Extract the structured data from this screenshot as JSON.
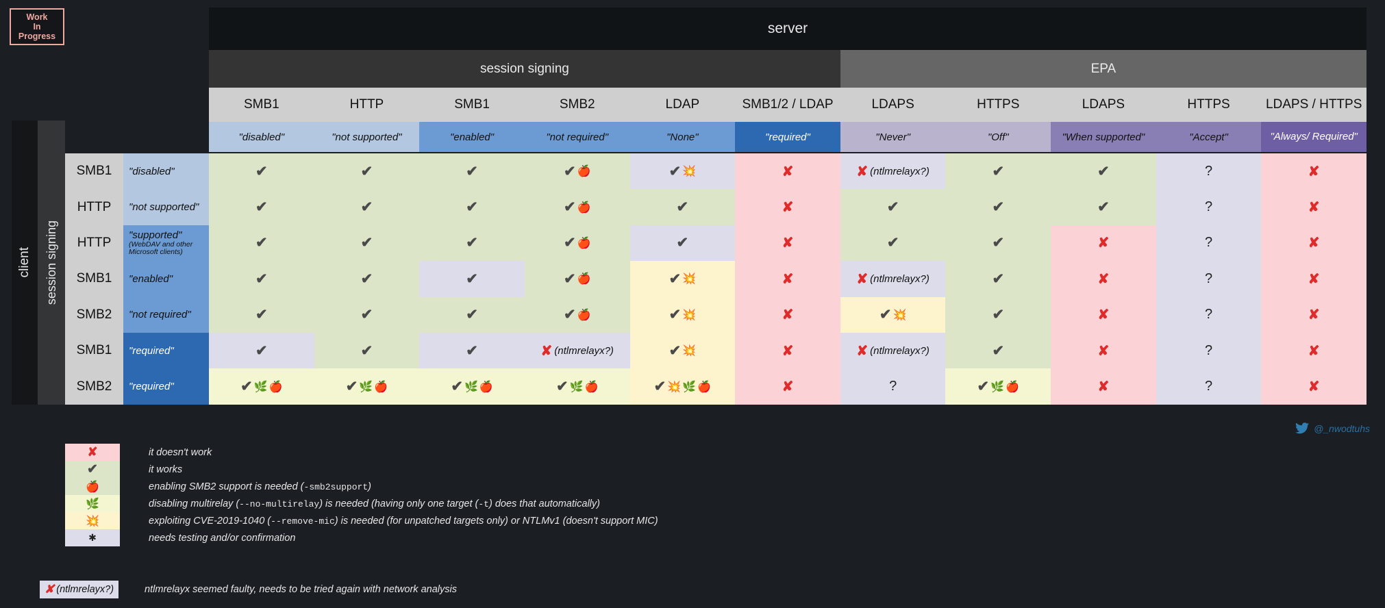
{
  "badge": {
    "lines": [
      "Work",
      "In",
      "Progress"
    ]
  },
  "axes": {
    "server_label": "server",
    "server_groups": [
      {
        "label": "session signing",
        "color": "#343434"
      },
      {
        "label": "EPA",
        "color": "#666666"
      }
    ],
    "client_label": "client",
    "client_group_label": "session signing"
  },
  "columns": [
    {
      "proto": "SMB1",
      "value": "\"disabled\"",
      "value_bg": "#b3c7e0",
      "value_fg": "#111"
    },
    {
      "proto": "HTTP",
      "value": "\"not supported\"",
      "value_bg": "#b3c7e0",
      "value_fg": "#111"
    },
    {
      "proto": "SMB1",
      "value": "\"enabled\"",
      "value_bg": "#6b9bd2",
      "value_fg": "#111"
    },
    {
      "proto": "SMB2",
      "value": "\"not required\"",
      "value_bg": "#6b9bd2",
      "value_fg": "#111"
    },
    {
      "proto": "LDAP",
      "value": "\"None\"",
      "value_bg": "#6b9bd2",
      "value_fg": "#111"
    },
    {
      "proto": "SMB1/2 / LDAP",
      "value": "\"required\"",
      "value_bg": "#2d69b0",
      "value_fg": "#fff"
    },
    {
      "proto": "LDAPS",
      "value": "\"Never\"",
      "value_bg": "#b9b3cd",
      "value_fg": "#111"
    },
    {
      "proto": "HTTPS",
      "value": "\"Off\"",
      "value_bg": "#b9b3cd",
      "value_fg": "#111"
    },
    {
      "proto": "LDAPS",
      "value": "\"When supported\"",
      "value_bg": "#8a7fb5",
      "value_fg": "#111"
    },
    {
      "proto": "HTTPS",
      "value": "\"Accept\"",
      "value_bg": "#8a7fb5",
      "value_fg": "#111"
    },
    {
      "proto": "LDAPS / HTTPS",
      "value": "\"Always\n/ Required\"",
      "value_bg": "#6e5fa5",
      "value_fg": "#fff"
    }
  ],
  "rows": [
    {
      "proto": "SMB1",
      "value": "\"disabled\"",
      "sub": "",
      "value_bg": "#b3c7e0",
      "value_fg": "#111"
    },
    {
      "proto": "HTTP",
      "value": "\"not supported\"",
      "sub": "",
      "value_bg": "#b3c7e0",
      "value_fg": "#111"
    },
    {
      "proto": "HTTP",
      "value": "\"supported\"",
      "sub": "(WebDAV and other\nMicrosoft clients)",
      "value_bg": "#6b9bd2",
      "value_fg": "#111"
    },
    {
      "proto": "SMB1",
      "value": "\"enabled\"",
      "sub": "",
      "value_bg": "#6b9bd2",
      "value_fg": "#111"
    },
    {
      "proto": "SMB2",
      "value": "\"not required\"",
      "sub": "",
      "value_bg": "#6b9bd2",
      "value_fg": "#111"
    },
    {
      "proto": "SMB1",
      "value": "\"required\"",
      "sub": "",
      "value_bg": "#2d69b0",
      "value_fg": "#fff"
    },
    {
      "proto": "SMB2",
      "value": "\"required\"",
      "sub": "",
      "value_bg": "#2d69b0",
      "value_fg": "#fff"
    }
  ],
  "cell_colors": {
    "works": "#dde5c8",
    "fails": "#fbd2d6",
    "unknown": "#dcdcea",
    "cve": "#fdf3cc",
    "multirelay": "#f4f6d2"
  },
  "glyphs": {
    "check": "✔",
    "cross": "✘",
    "question": "?",
    "apple": "🍎",
    "herb": "🌿",
    "boom": "💥",
    "star": "✱"
  },
  "cells": [
    [
      {
        "mark": "check",
        "bg": "works"
      },
      {
        "mark": "check",
        "bg": "works"
      },
      {
        "mark": "check",
        "bg": "works"
      },
      {
        "mark": "check",
        "bg": "works",
        "emoji": [
          "apple"
        ]
      },
      {
        "mark": "check",
        "bg": "unknown",
        "emoji": [
          "boom"
        ]
      },
      {
        "mark": "cross",
        "bg": "fails"
      },
      {
        "mark": "cross",
        "bg": "unknown",
        "note": "(ntlmrelayx?)"
      },
      {
        "mark": "check",
        "bg": "works"
      },
      {
        "mark": "check",
        "bg": "works"
      },
      {
        "mark": "question",
        "bg": "unknown"
      },
      {
        "mark": "cross",
        "bg": "fails"
      }
    ],
    [
      {
        "mark": "check",
        "bg": "works"
      },
      {
        "mark": "check",
        "bg": "works"
      },
      {
        "mark": "check",
        "bg": "works"
      },
      {
        "mark": "check",
        "bg": "works",
        "emoji": [
          "apple"
        ]
      },
      {
        "mark": "check",
        "bg": "works"
      },
      {
        "mark": "cross",
        "bg": "fails"
      },
      {
        "mark": "check",
        "bg": "works"
      },
      {
        "mark": "check",
        "bg": "works"
      },
      {
        "mark": "check",
        "bg": "works"
      },
      {
        "mark": "question",
        "bg": "unknown"
      },
      {
        "mark": "cross",
        "bg": "fails"
      }
    ],
    [
      {
        "mark": "check",
        "bg": "works"
      },
      {
        "mark": "check",
        "bg": "works"
      },
      {
        "mark": "check",
        "bg": "works"
      },
      {
        "mark": "check",
        "bg": "works",
        "emoji": [
          "apple"
        ]
      },
      {
        "mark": "check",
        "bg": "unknown"
      },
      {
        "mark": "cross",
        "bg": "fails"
      },
      {
        "mark": "check",
        "bg": "works"
      },
      {
        "mark": "check",
        "bg": "works"
      },
      {
        "mark": "cross",
        "bg": "fails"
      },
      {
        "mark": "question",
        "bg": "unknown"
      },
      {
        "mark": "cross",
        "bg": "fails"
      }
    ],
    [
      {
        "mark": "check",
        "bg": "works"
      },
      {
        "mark": "check",
        "bg": "works"
      },
      {
        "mark": "check",
        "bg": "unknown"
      },
      {
        "mark": "check",
        "bg": "works",
        "emoji": [
          "apple"
        ]
      },
      {
        "mark": "check",
        "bg": "cve",
        "emoji": [
          "boom"
        ]
      },
      {
        "mark": "cross",
        "bg": "fails"
      },
      {
        "mark": "cross",
        "bg": "unknown",
        "note": "(ntlmrelayx?)"
      },
      {
        "mark": "check",
        "bg": "works"
      },
      {
        "mark": "cross",
        "bg": "fails"
      },
      {
        "mark": "question",
        "bg": "unknown"
      },
      {
        "mark": "cross",
        "bg": "fails"
      }
    ],
    [
      {
        "mark": "check",
        "bg": "works"
      },
      {
        "mark": "check",
        "bg": "works"
      },
      {
        "mark": "check",
        "bg": "works"
      },
      {
        "mark": "check",
        "bg": "works",
        "emoji": [
          "apple"
        ]
      },
      {
        "mark": "check",
        "bg": "cve",
        "emoji": [
          "boom"
        ]
      },
      {
        "mark": "cross",
        "bg": "fails"
      },
      {
        "mark": "check",
        "bg": "cve",
        "emoji": [
          "boom"
        ]
      },
      {
        "mark": "check",
        "bg": "works"
      },
      {
        "mark": "cross",
        "bg": "fails"
      },
      {
        "mark": "question",
        "bg": "unknown"
      },
      {
        "mark": "cross",
        "bg": "fails"
      }
    ],
    [
      {
        "mark": "check",
        "bg": "unknown"
      },
      {
        "mark": "check",
        "bg": "works"
      },
      {
        "mark": "check",
        "bg": "unknown"
      },
      {
        "mark": "cross",
        "bg": "unknown",
        "note": "(ntlmrelayx?)"
      },
      {
        "mark": "check",
        "bg": "cve",
        "emoji": [
          "boom"
        ]
      },
      {
        "mark": "cross",
        "bg": "fails"
      },
      {
        "mark": "cross",
        "bg": "unknown",
        "note": "(ntlmrelayx?)"
      },
      {
        "mark": "check",
        "bg": "works"
      },
      {
        "mark": "cross",
        "bg": "fails"
      },
      {
        "mark": "question",
        "bg": "unknown"
      },
      {
        "mark": "cross",
        "bg": "fails"
      }
    ],
    [
      {
        "mark": "check",
        "bg": "multirelay",
        "emoji": [
          "herb",
          "apple"
        ]
      },
      {
        "mark": "check",
        "bg": "multirelay",
        "emoji": [
          "herb",
          "apple"
        ]
      },
      {
        "mark": "check",
        "bg": "multirelay",
        "emoji": [
          "herb",
          "apple"
        ]
      },
      {
        "mark": "check",
        "bg": "multirelay",
        "emoji": [
          "herb",
          "apple"
        ]
      },
      {
        "mark": "check",
        "bg": "cve",
        "emoji": [
          "boom",
          "herb",
          "apple"
        ]
      },
      {
        "mark": "cross",
        "bg": "fails"
      },
      {
        "mark": "question",
        "bg": "unknown"
      },
      {
        "mark": "check",
        "bg": "multirelay",
        "emoji": [
          "herb",
          "apple"
        ]
      },
      {
        "mark": "cross",
        "bg": "fails"
      },
      {
        "mark": "question",
        "bg": "unknown"
      },
      {
        "mark": "cross",
        "bg": "fails"
      }
    ]
  ],
  "legend": {
    "items": [
      {
        "glyph": "✘",
        "glyph_class": "x",
        "bg": "#fbd2d6",
        "text": "it doesn't work"
      },
      {
        "glyph": "✔",
        "glyph_class": "ok",
        "bg": "#dde5c8",
        "text": "it works"
      },
      {
        "glyph": "🍎",
        "glyph_class": "em",
        "bg": "#dde5c8",
        "text_html": "enabling SMB2 support is needed (<span class=\"mono\">-smb2support</span>)"
      },
      {
        "glyph": "🌿",
        "glyph_class": "em",
        "bg": "#f4f6d2",
        "text_html": "disabling multirelay (<span class=\"mono\">--no-multirelay</span>) is needed (having only one target (<span class=\"mono\">-t</span>) does that automatically)"
      },
      {
        "glyph": "💥",
        "glyph_class": "em",
        "bg": "#fdf3cc",
        "text_html": "exploiting CVE-2019-1040 (<span class=\"mono\">--remove-mic</span>) is needed (for unpatched targets only) or NTLMv1 (doesn't support MIC)"
      },
      {
        "glyph": "✱",
        "glyph_class": "st",
        "bg": "#dcdcea",
        "text": "needs testing and/or confirmation"
      }
    ],
    "ntlmrelayx": {
      "badge_cross": "✘",
      "badge_text": "(ntlmrelayx?)",
      "text": "ntlmrelayx seemed faulty, needs to be tried again with network analysis"
    }
  },
  "credit": {
    "handle": "@_nwodtuhs",
    "icon": "twitter-icon"
  }
}
